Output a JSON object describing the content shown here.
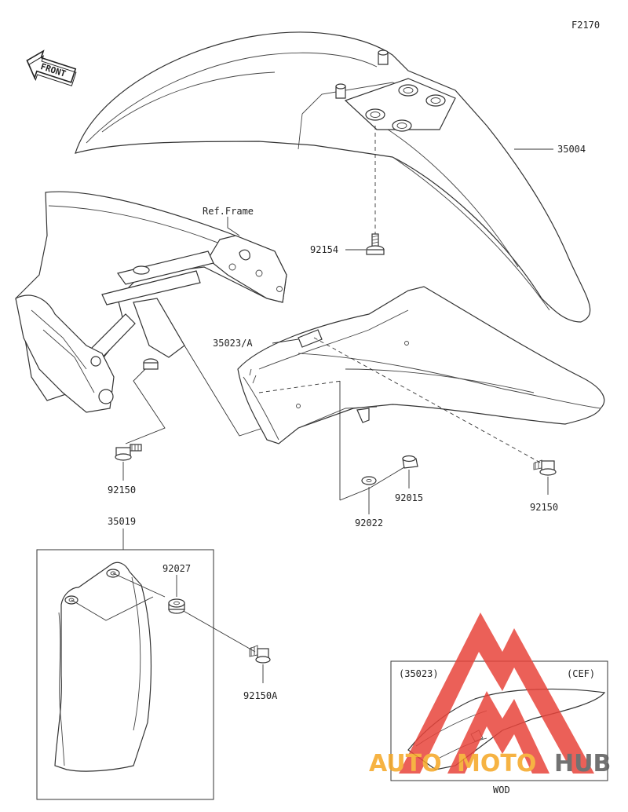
{
  "figure_code": "F2170",
  "front_label": "FRONT",
  "ref_frame_label": "Ref.Frame",
  "parts": {
    "front_fender": "35004",
    "bolt_top": "92154",
    "front_fender_variant": "35023/A",
    "bolt_left": "92150",
    "bolt_right": "92150",
    "nut": "92015",
    "washer": "92022",
    "mud_flap": "35019",
    "collar": "92027",
    "bolt_flap": "92150A"
  },
  "inset": {
    "part_ref": "(35023)",
    "region": "(CEF)",
    "caption": "WOD"
  },
  "watermark": {
    "text_auto": "AUTO",
    "text_moto": "MOTO",
    "text_hub": "HUB",
    "color_red": "#e8453c",
    "color_orange": "#f5a623",
    "color_gray": "#5a5a5a"
  }
}
